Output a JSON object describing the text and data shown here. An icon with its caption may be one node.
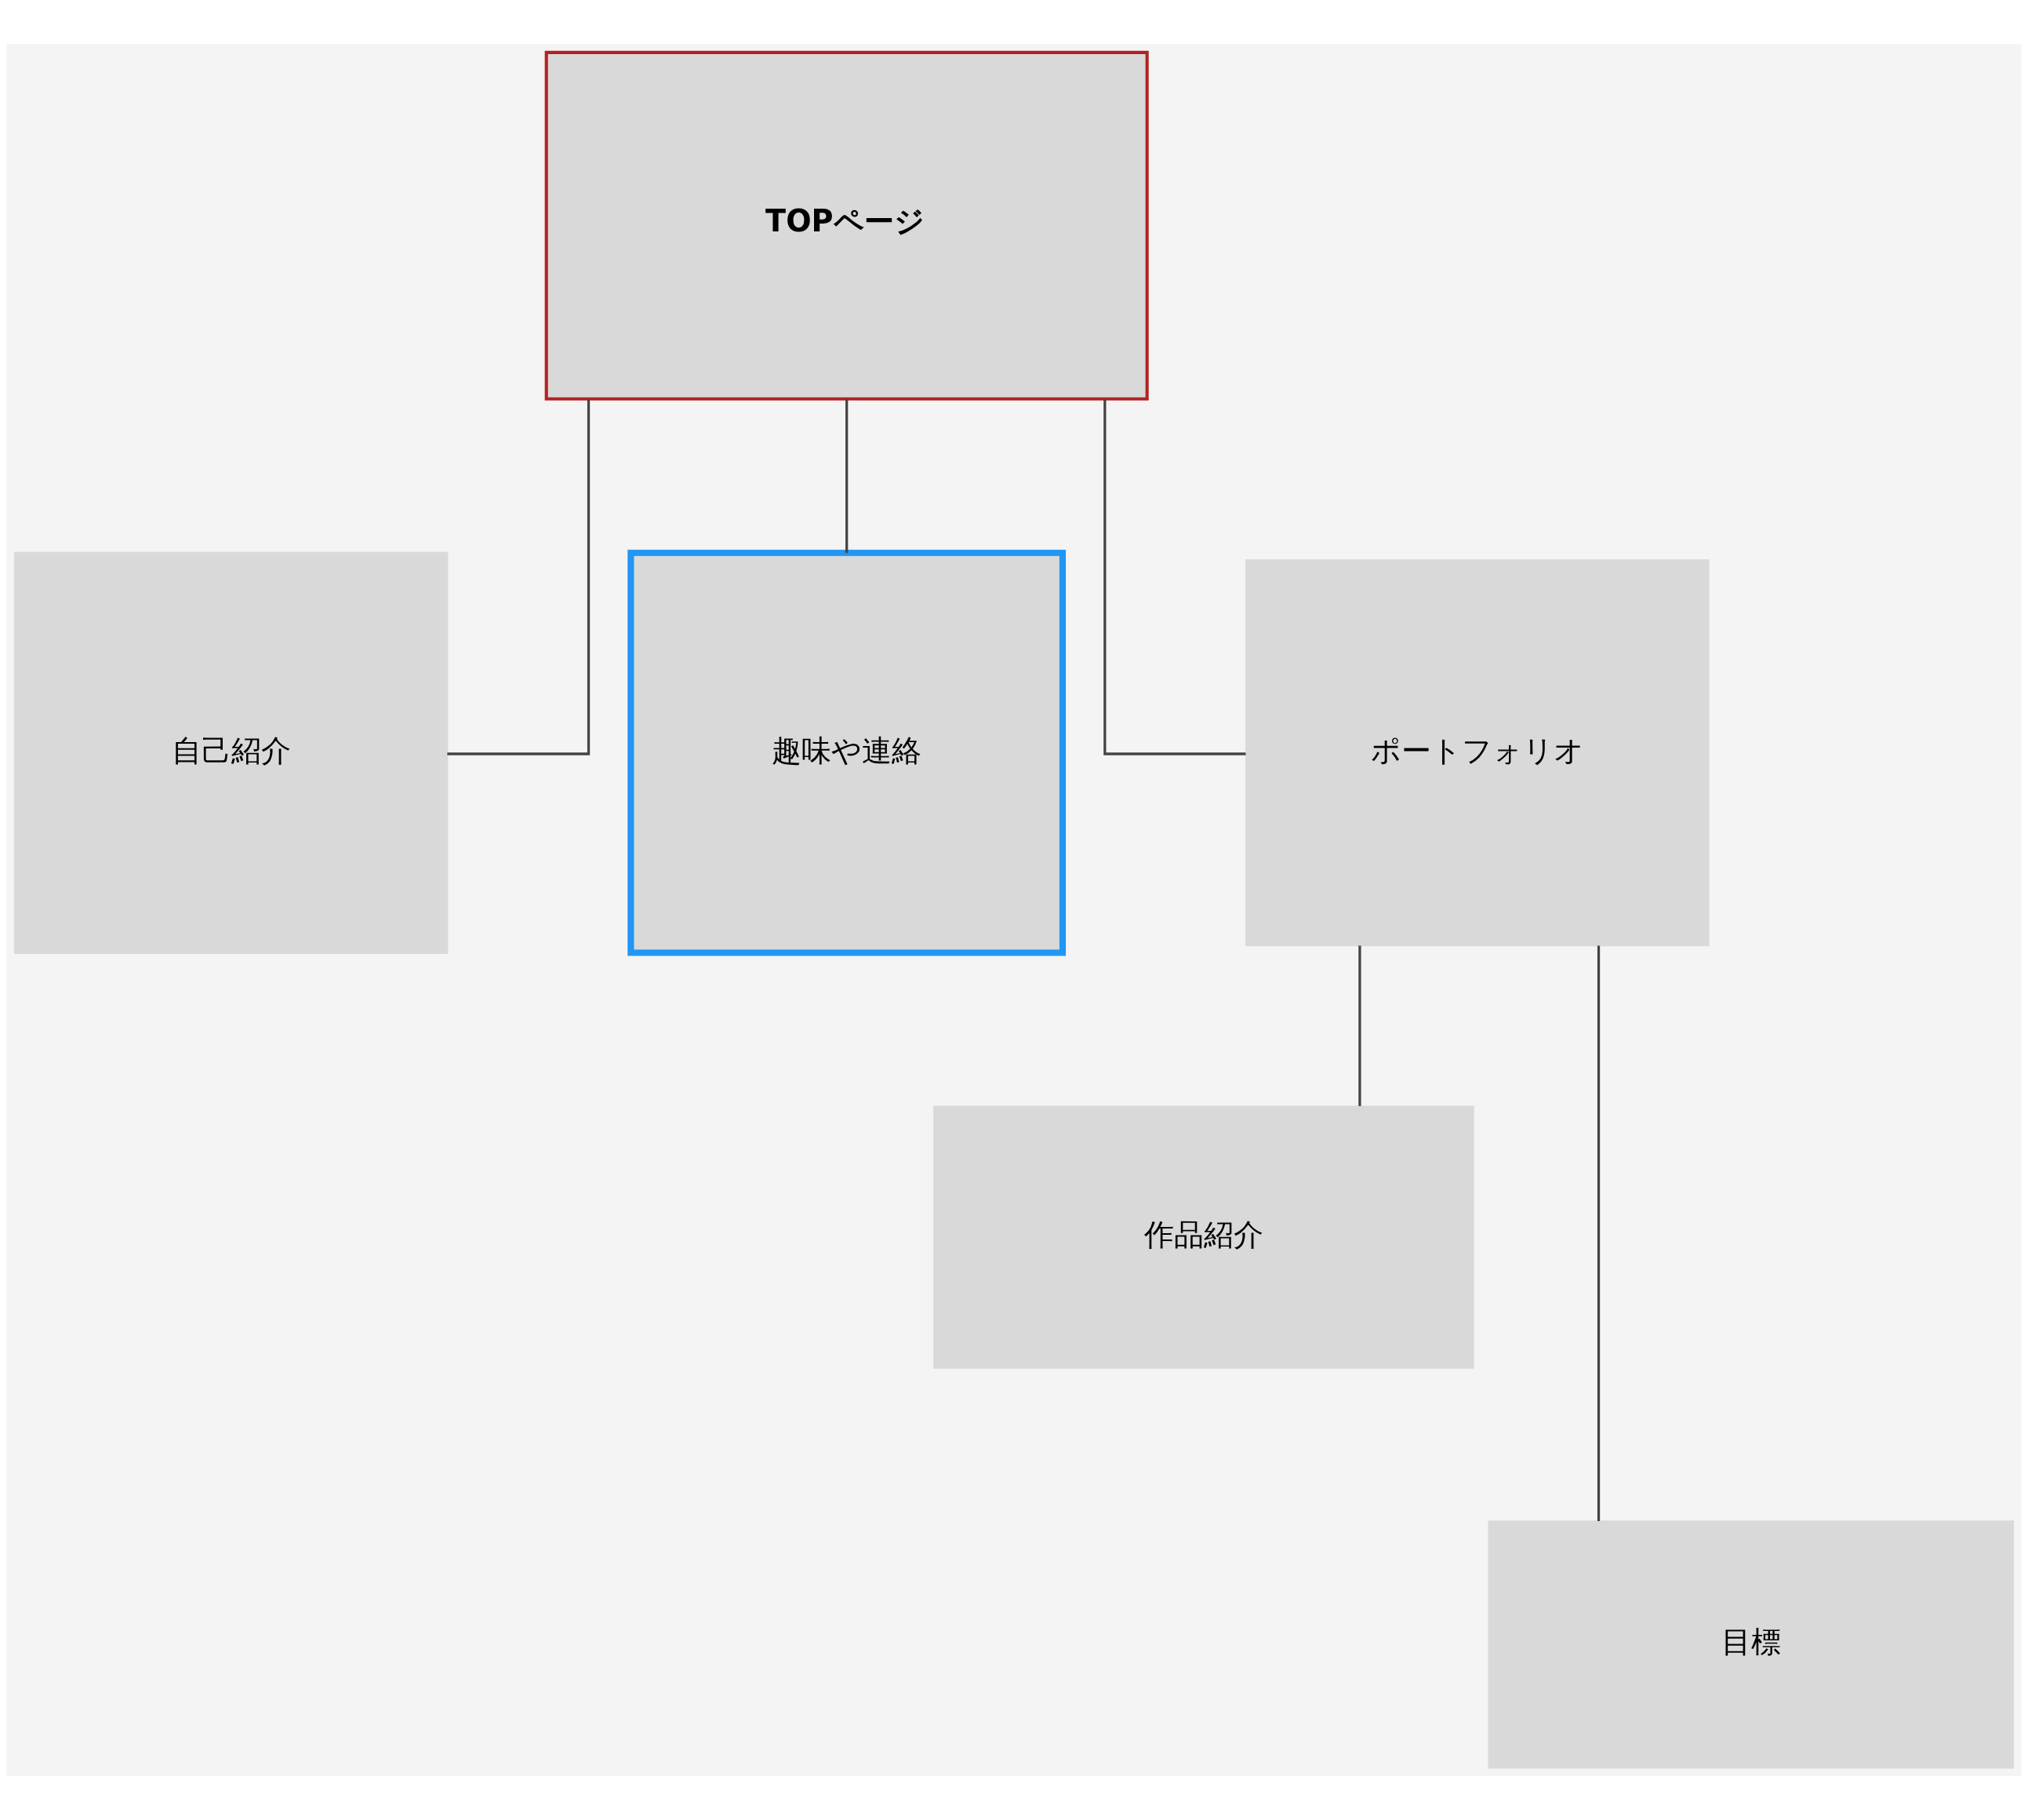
{
  "diagram": {
    "nodes": [
      {
        "text": [
          "TOPページ"
        ]
      },
      {
        "text": [
          "自己紹介"
        ]
      },
      {
        "text": [
          "趣味や連絡"
        ]
      },
      {
        "text": [
          "ポートフォリオ"
        ]
      },
      {
        "text": [
          "作品紹介"
        ]
      },
      {
        "text": [
          "目標"
        ]
      }
    ],
    "edges": [
      {
        "from": 0,
        "to": 1,
        "arrow": "none"
      },
      {
        "from": 0,
        "to": 2,
        "arrow": "none"
      },
      {
        "from": 0,
        "to": 3,
        "arrow": "none"
      },
      {
        "from": 3,
        "to": 4,
        "arrow": "none"
      },
      {
        "from": 3,
        "to": 5,
        "arrow": "none"
      }
    ]
  }
}
